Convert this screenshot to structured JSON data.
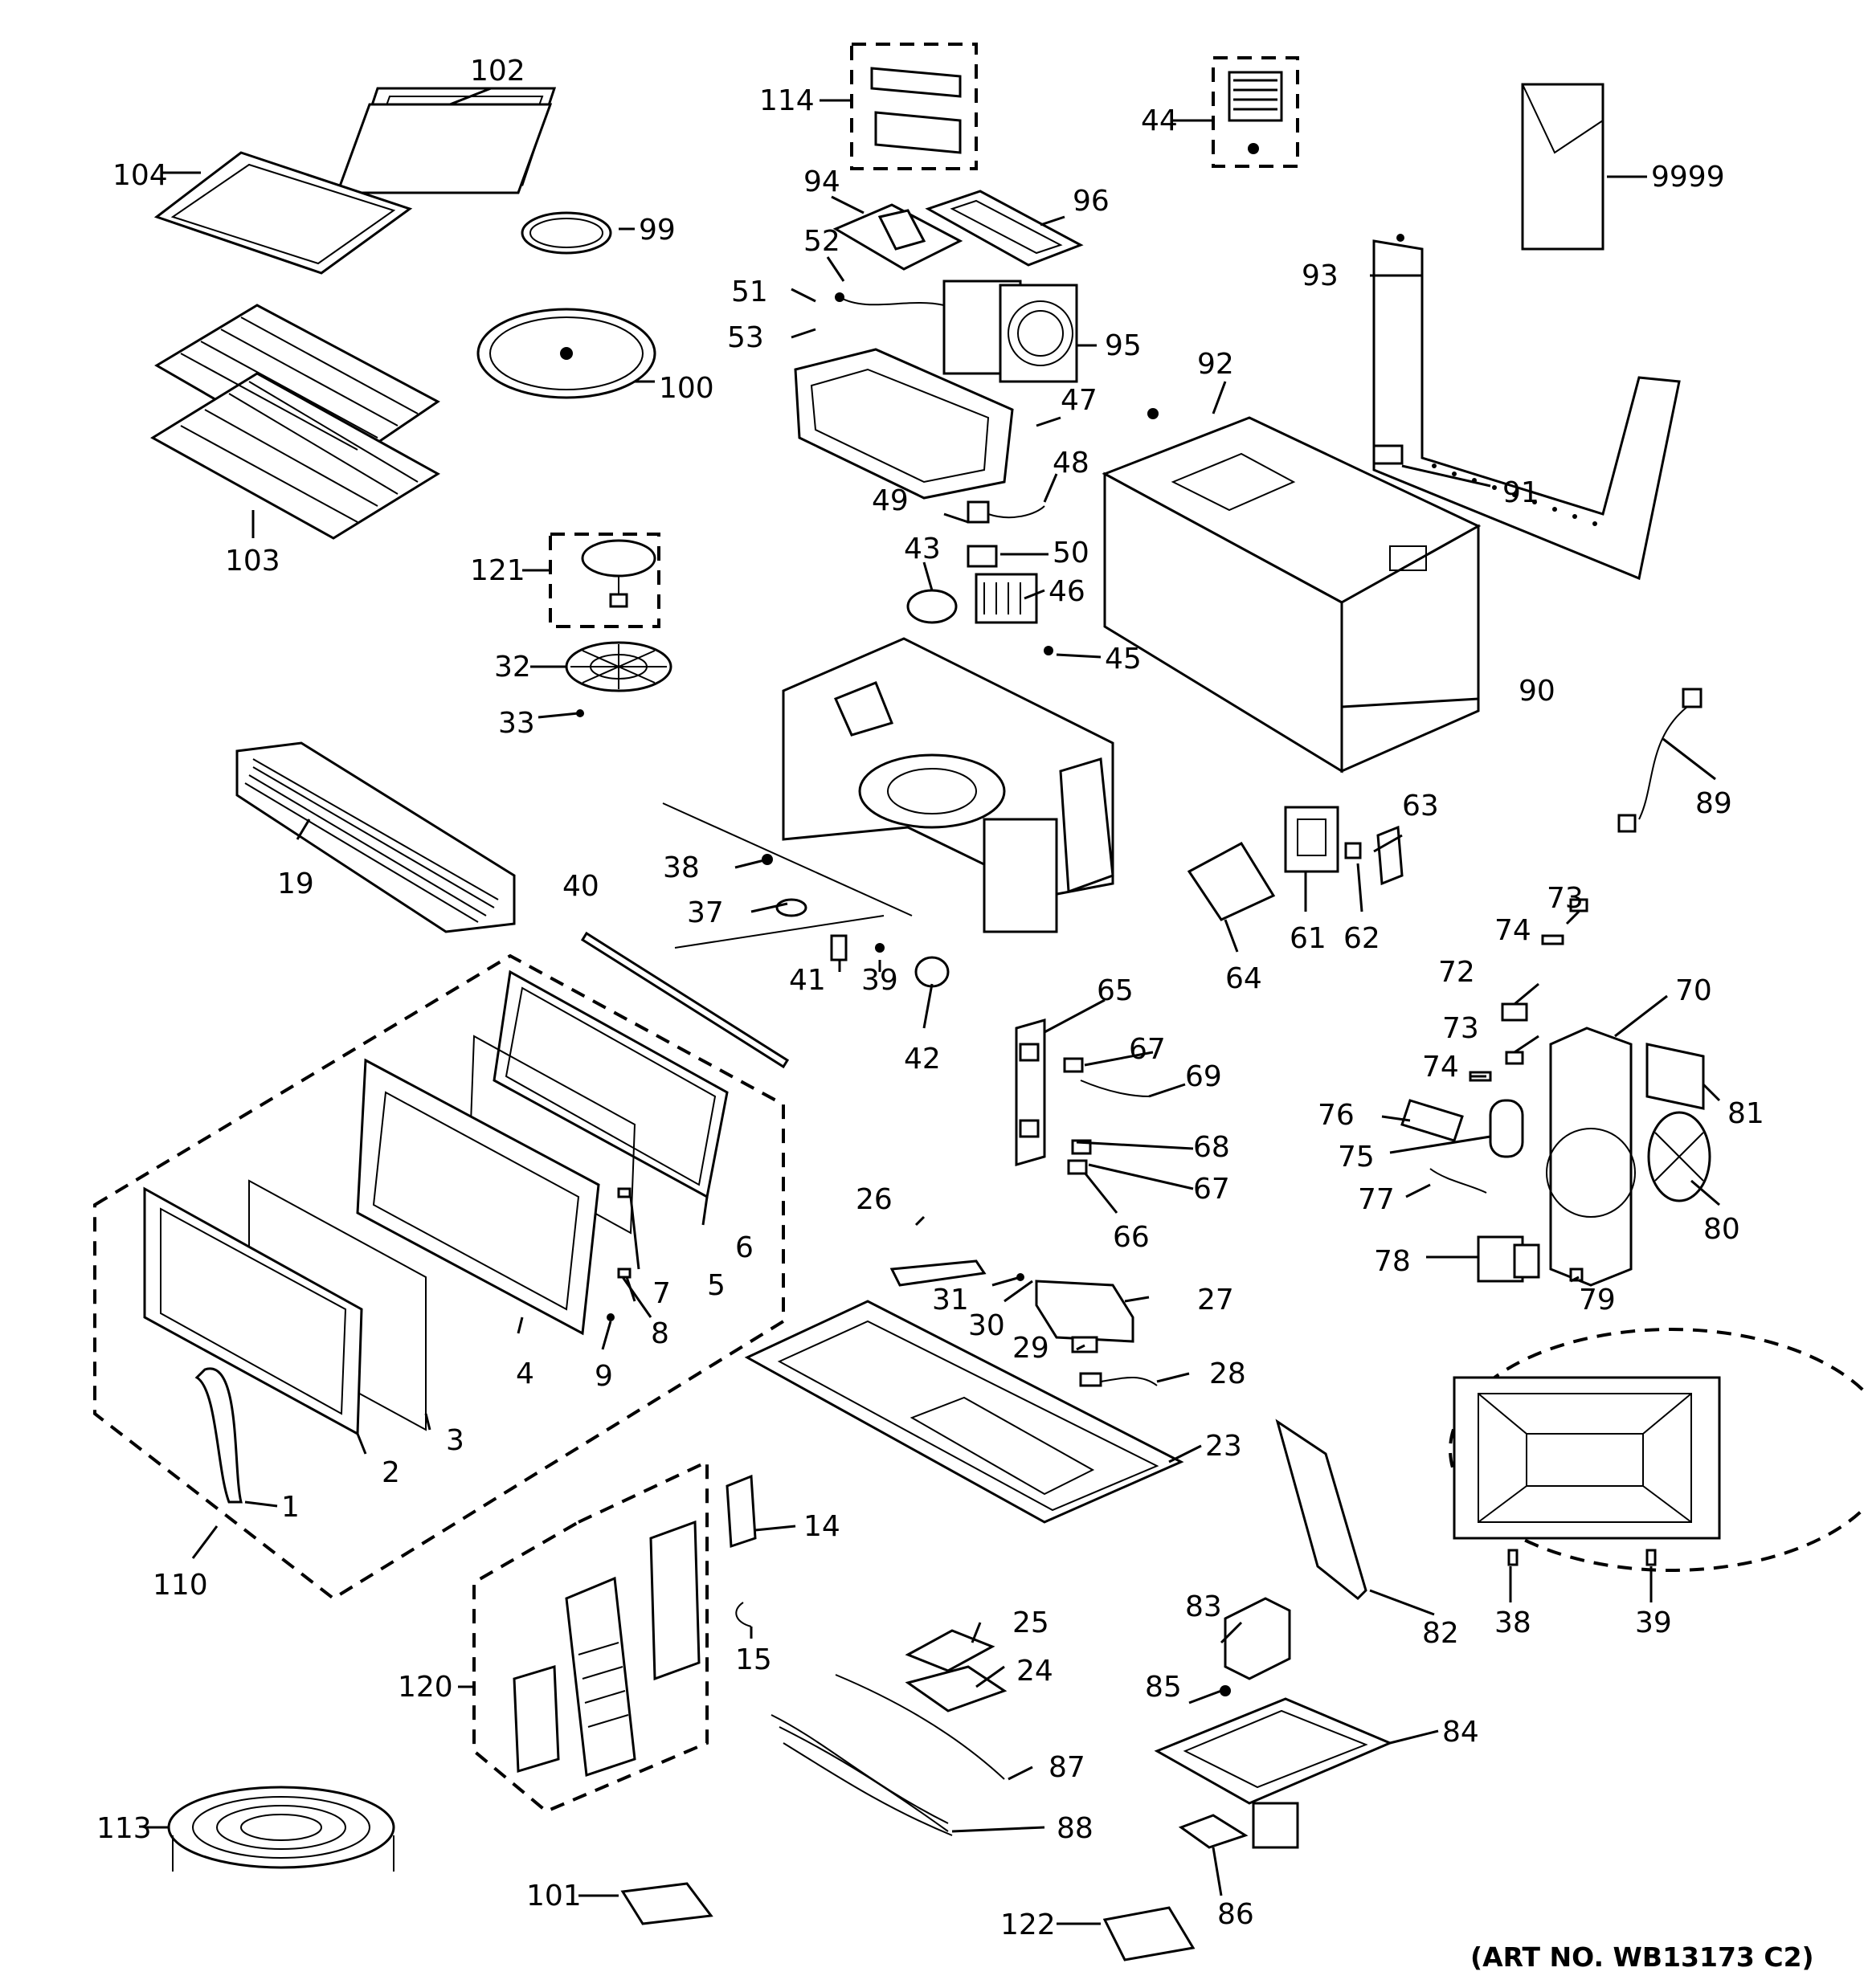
{
  "figure": {
    "art_number": "(ART NO. WB13173 C2)"
  },
  "callouts": {
    "c1": "1",
    "c2": "2",
    "c3": "3",
    "c4": "4",
    "c5": "5",
    "c6": "6",
    "c7": "7",
    "c8": "8",
    "c9": "9",
    "c14": "14",
    "c15": "15",
    "c19": "19",
    "c23": "23",
    "c24": "24",
    "c25": "25",
    "c26": "26",
    "c27": "27",
    "c28": "28",
    "c29": "29",
    "c30": "30",
    "c31": "31",
    "c32": "32",
    "c33": "33",
    "c37": "37",
    "c38": "38",
    "c38b": "38",
    "c39": "39",
    "c39b": "39",
    "c40": "40",
    "c41": "41",
    "c42": "42",
    "c43": "43",
    "c44": "44",
    "c45": "45",
    "c46": "46",
    "c47": "47",
    "c48": "48",
    "c49": "49",
    "c50": "50",
    "c51": "51",
    "c52": "52",
    "c53": "53",
    "c61": "61",
    "c62": "62",
    "c63": "63",
    "c64": "64",
    "c65": "65",
    "c66": "66",
    "c67": "67",
    "c67b": "67",
    "c68": "68",
    "c69": "69",
    "c70": "70",
    "c72": "72",
    "c73": "73",
    "c73b": "73",
    "c74": "74",
    "c74b": "74",
    "c75": "75",
    "c76": "76",
    "c77": "77",
    "c78": "78",
    "c79": "79",
    "c80": "80",
    "c81": "81",
    "c82": "82",
    "c83": "83",
    "c84": "84",
    "c85": "85",
    "c86": "86",
    "c87": "87",
    "c88": "88",
    "c89": "89",
    "c90": "90",
    "c91": "91",
    "c92": "92",
    "c93": "93",
    "c94": "94",
    "c95": "95",
    "c96": "96",
    "c99": "99",
    "c100": "100",
    "c101": "101",
    "c102": "102",
    "c103": "103",
    "c104": "104",
    "c110": "110",
    "c113": "113",
    "c114": "114",
    "c120": "120",
    "c121": "121",
    "c122": "122",
    "c9999": "9999"
  }
}
